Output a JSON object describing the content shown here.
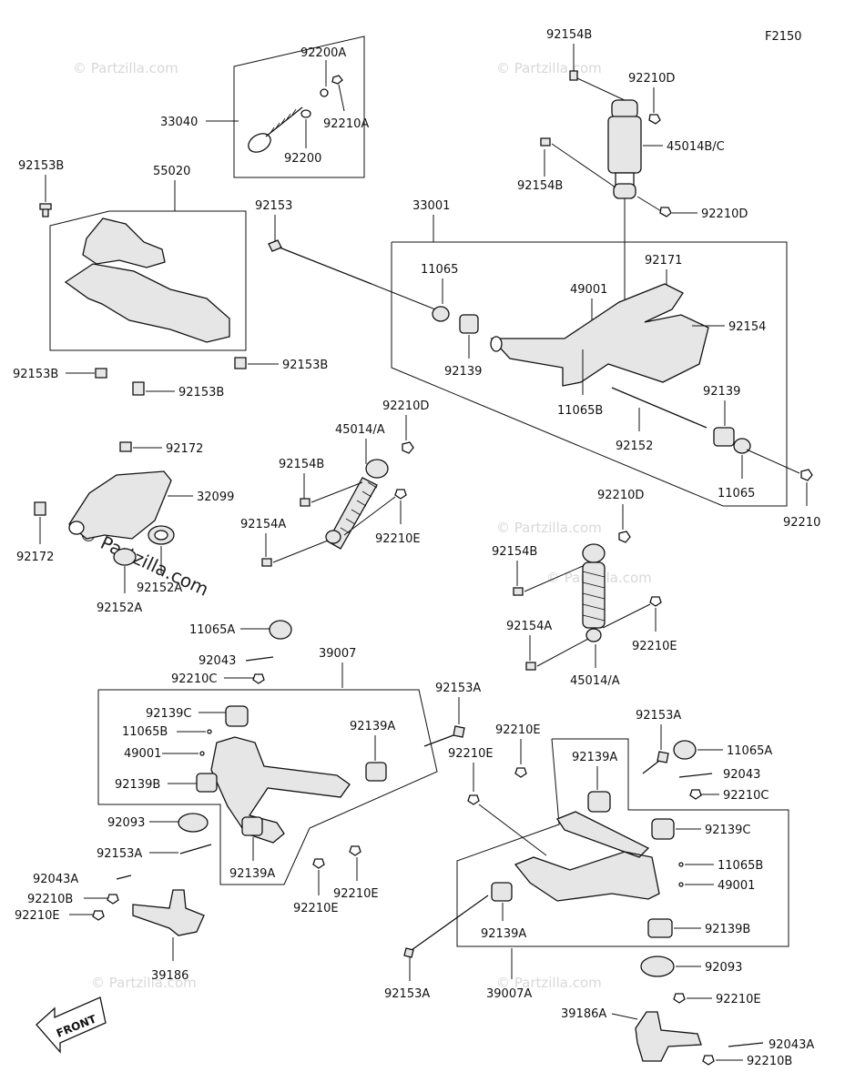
{
  "figure_code": "F2150",
  "watermark": "© Partzilla.com",
  "watermark_main": "© Partzilla.com",
  "front_label": "FRONT",
  "labels": {
    "l_92154B_top": "92154B",
    "l_92210D_top": "92210D",
    "l_45014BC": "45014B/C",
    "l_92154B_mid": "92154B",
    "l_92210D_mid": "92210D",
    "l_92200A": "92200A",
    "l_33040": "33040",
    "l_92210A": "92210A",
    "l_92200": "92200",
    "l_92153B_tl": "92153B",
    "l_55020": "55020",
    "l_92153": "92153",
    "l_33001": "33001",
    "l_11065_top": "11065",
    "l_92171": "92171",
    "l_49001_top": "49001",
    "l_92154": "92154",
    "l_92139_a": "92139",
    "l_11065B_top": "11065B",
    "l_92139_b": "92139",
    "l_92152": "92152",
    "l_11065_b": "11065",
    "l_92210": "92210",
    "l_92153B_l": "92153B",
    "l_92153B_m": "92153B",
    "l_92153B_m2": "92153B",
    "l_92172_a": "92172",
    "l_32099": "32099",
    "l_92172_b": "92172",
    "l_92152A_a": "92152A",
    "l_92152A_b": "92152A",
    "l_92210D_l": "92210D",
    "l_45014A_l": "45014/A",
    "l_92154B_l": "92154B",
    "l_92154A_l": "92154A",
    "l_92210E_l": "92210E",
    "l_92210D_r": "92210D",
    "l_92154B_r": "92154B",
    "l_92154A_r": "92154A",
    "l_92210E_r": "92210E",
    "l_45014A_r": "45014/A",
    "l_11065A_l": "11065A",
    "l_92043_l": "92043",
    "l_92210C_l": "92210C",
    "l_39007": "39007",
    "l_92153A_a": "92153A",
    "l_92139C_l": "92139C",
    "l_11065B_l": "11065B",
    "l_49001_l": "49001",
    "l_92139A_l1": "92139A",
    "l_92139B_l": "92139B",
    "l_92093_l": "92093",
    "l_92153A_l": "92153A",
    "l_92139A_l2": "92139A",
    "l_92043A_l": "92043A",
    "l_92210B_l": "92210B",
    "l_92210E_l1": "92210E",
    "l_92210E_l2": "92210E",
    "l_92210E_l3": "92210E",
    "l_39186": "39186",
    "l_92210E_ma": "92210E",
    "l_92210E_mb": "92210E",
    "l_92153A_r": "92153A",
    "l_11065A_r": "11065A",
    "l_92043_r": "92043",
    "l_92210C_r": "92210C",
    "l_92139A_r1": "92139A",
    "l_92139C_r": "92139C",
    "l_11065B_r": "11065B",
    "l_49001_r": "49001",
    "l_92139A_r2": "92139A",
    "l_92139B_r": "92139B",
    "l_92153A_b": "92153A",
    "l_39007A": "39007A",
    "l_92093_r": "92093",
    "l_39186A": "39186A",
    "l_92210E_r2": "92210E",
    "l_92043A_r": "92043A",
    "l_92210B_r": "92210B"
  }
}
